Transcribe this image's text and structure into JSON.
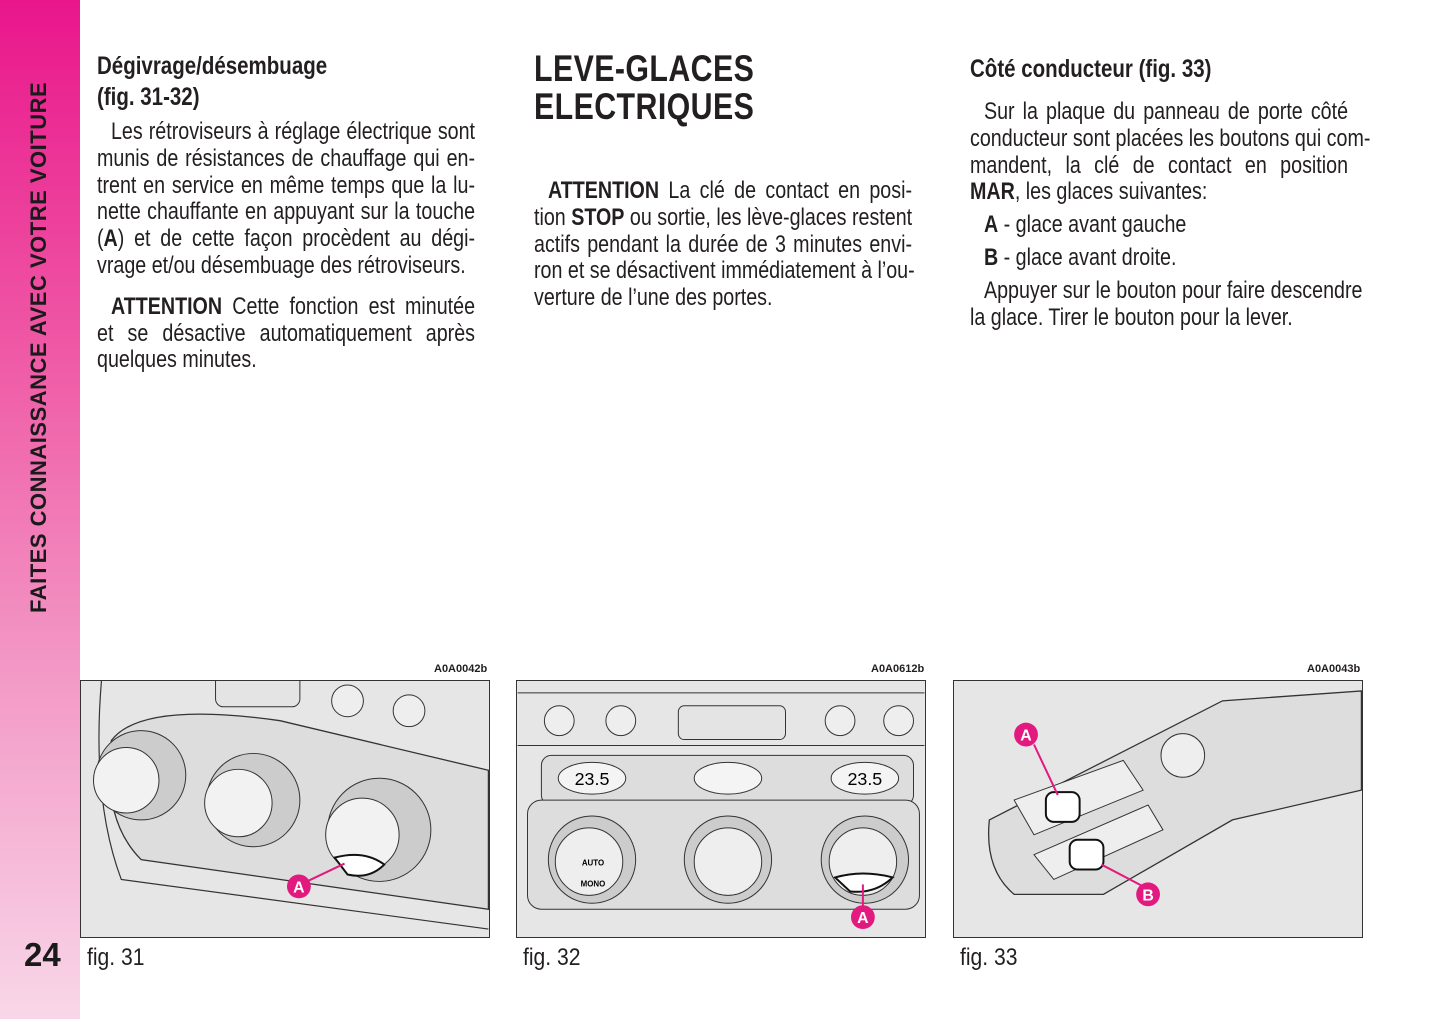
{
  "sidebar": {
    "title": "FAITES CONNAISSANCE AVEC VOTRE VOITURE",
    "page_number": "24"
  },
  "columns": [
    {
      "heading": [
        "Dégivrage/désembuage",
        "(fig. 31-32)"
      ],
      "heading_style": "small",
      "paragraphs": [
        [
          [
            "Les rétroviseurs à réglage électrique sont"
          ],
          [
            "munis de résistances de chauffage qui en-"
          ],
          [
            "trent en service en même temps que la lu-"
          ],
          [
            "nette chauffante en appuyant sur la touche"
          ],
          [
            "(",
            {
              "b": "A"
            },
            ") et de cette façon procèdent au dégi-"
          ],
          [
            "vrage et/ou désembuage des rétroviseurs."
          ]
        ],
        [
          [
            {
              "b": "ATTENTION"
            },
            " Cette fonction est minutée"
          ],
          [
            "et se désactive automatiquement après"
          ],
          [
            "quelques minutes."
          ]
        ]
      ]
    },
    {
      "heading": [
        "LEVE-GLACES",
        "ELECTRIQUES"
      ],
      "heading_style": "big",
      "paragraphs": [
        [
          [
            {
              "b": "ATTENTION"
            },
            " La clé de contact en posi-"
          ],
          [
            "tion ",
            {
              "b": "STOP"
            },
            " ou sortie, les lève-glaces restent"
          ],
          [
            "actifs pendant la durée de 3 minutes envi-"
          ],
          [
            "ron et se désactivent immédiatement à l’ou-"
          ],
          [
            "verture de l’une des portes."
          ]
        ]
      ]
    },
    {
      "heading": [
        "Côté conducteur (fig. 33)"
      ],
      "heading_style": "small",
      "paragraphs": [
        [
          [
            "Sur la plaque du panneau de porte côté"
          ],
          [
            "conducteur sont placées les boutons qui com-"
          ],
          [
            "mandent, la clé de contact en position"
          ],
          [
            {
              "b": "MAR"
            },
            ", les glaces suivantes:"
          ]
        ],
        [
          [
            {
              "b": "A"
            },
            " - glace avant gauche"
          ]
        ],
        [
          [
            {
              "b": "B"
            },
            " - glace avant droite."
          ]
        ],
        [
          [
            "Appuyer sur le bouton pour faire descendre"
          ],
          [
            "la glace. Tirer le bouton pour la lever."
          ]
        ]
      ]
    }
  ],
  "figures": [
    {
      "code": "A0A0042b",
      "caption": "fig. 31",
      "callouts": [
        "A"
      ]
    },
    {
      "code": "A0A0612b",
      "caption": "fig. 32",
      "callouts": [
        "A"
      ],
      "display_temps": [
        "23.5",
        "23.5"
      ],
      "button_labels": [
        "AUTO",
        "MONO"
      ]
    },
    {
      "code": "A0A0043b",
      "caption": "fig. 33",
      "callouts": [
        "A",
        "B"
      ]
    }
  ],
  "colors": {
    "accent": "#e2197f",
    "sidebar_top": "#e9168b",
    "sidebar_bottom": "#f8d7e8"
  }
}
